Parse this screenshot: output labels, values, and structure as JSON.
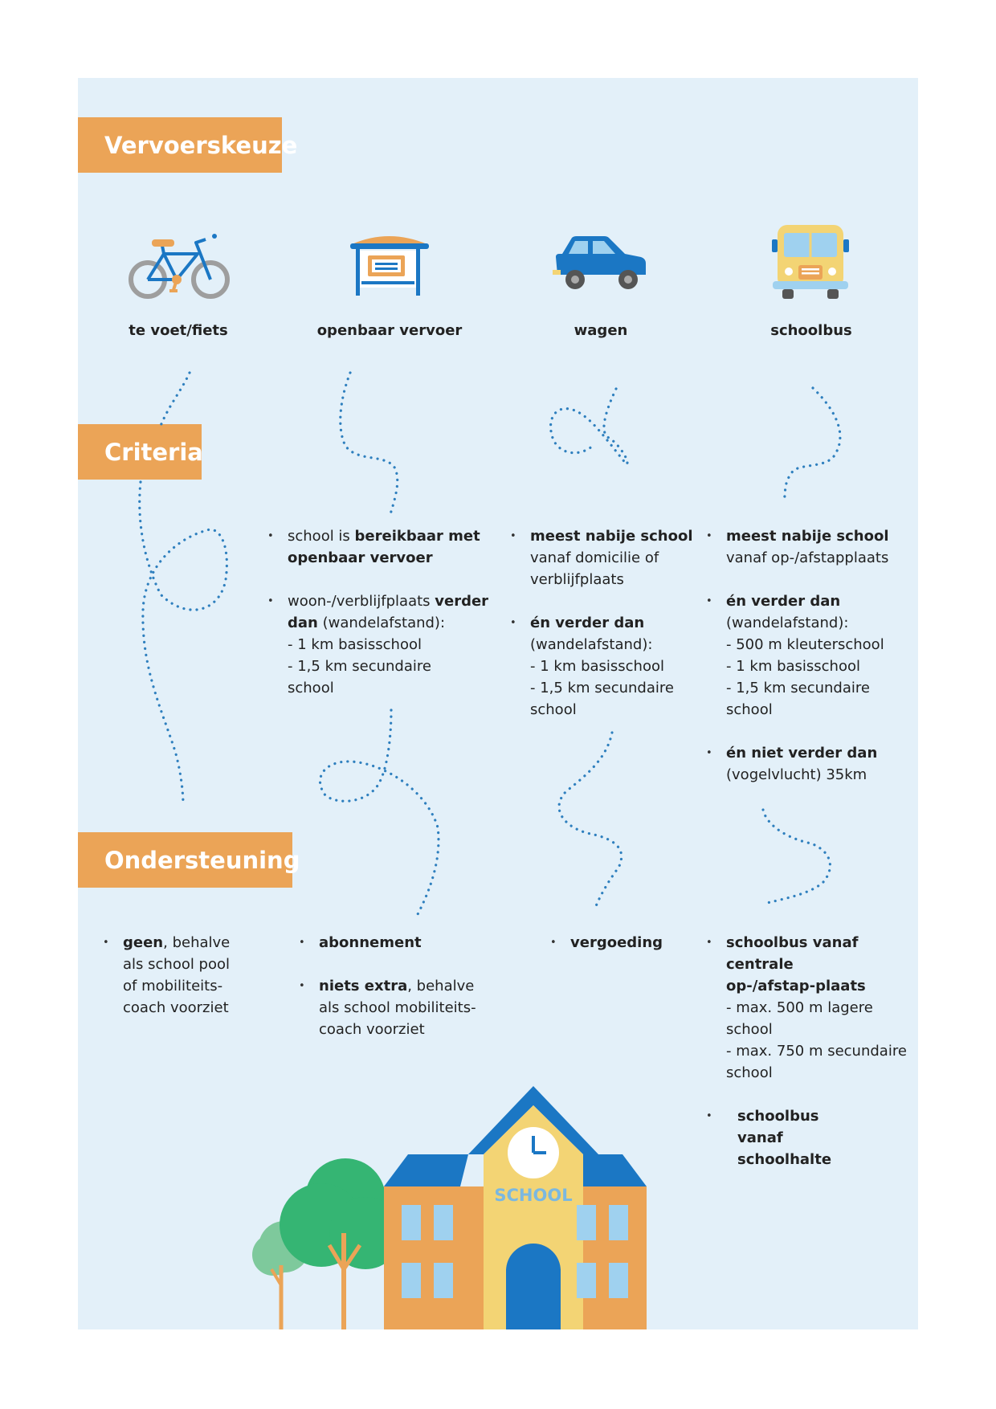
{
  "sections": {
    "vervoerskeuze": "Vervoerskeuze",
    "criteria": "Criteria",
    "ondersteuning": "Ondersteuning"
  },
  "modes": [
    {
      "label": "te voet/fiets",
      "icon": "bicycle-icon"
    },
    {
      "label": "openbaar vervoer",
      "icon": "bus-stop-icon"
    },
    {
      "label": "wagen",
      "icon": "car-icon"
    },
    {
      "label": "schoolbus",
      "icon": "school-bus-icon"
    }
  ],
  "criteria": {
    "openbaar": {
      "i1_pre": "school is ",
      "i1_bold": "bereikbaar met openbaar vervoer",
      "i2_pre": "woon-/verblijfplaats ",
      "i2_bold": "verder dan",
      "i2_post": " (wandelafstand):",
      "s1": "- 1 km basisschool",
      "s2a": "- 1,5 km secundaire",
      "s2b": "school"
    },
    "wagen": {
      "i1_bold": "meest nabije school",
      "i1_post": "vanaf domicilie of verblijfplaats",
      "i2_bold": "én verder dan",
      "i2_post": "(wandelafstand):",
      "s1": "- 1 km basisschool",
      "s2a": "- 1,5 km secundaire",
      "s2b": "school"
    },
    "schoolbus": {
      "i1_bold": "meest nabije school",
      "i1_post": "vanaf op-/afstapplaats",
      "i2_bold": "én verder dan",
      "i2_post": "(wandelafstand):",
      "s1": "- 500 m kleuterschool",
      "s2": "- 1 km basisschool",
      "s3a": "- 1,5 km secundaire",
      "s3b": "school",
      "i3_bold": "én niet verder dan",
      "i3_post": "(vogelvlucht) 35km"
    }
  },
  "ondersteuning": {
    "fiets": {
      "bold": "geen",
      "post": ", behalve als school pool of mobiliteits-coach voorziet"
    },
    "openbaar": {
      "i1_bold": "abonnement",
      "i2_bold": "niets extra",
      "i2_post": ", behalve als school mobiliteits-coach voorziet"
    },
    "wagen": {
      "bold": "vergoeding"
    },
    "schoolbus": {
      "i1_bold": "schoolbus vanaf centrale op-/afstap-plaats",
      "s1a": "- max. 500 m lagere",
      "s1b": "school",
      "s2a": "- max. 750 m secundaire",
      "s2b": "school",
      "i2_bold": "schoolbus vanaf schoolhalte"
    }
  },
  "school_sign": "SCHOOL",
  "colors": {
    "panel": "#e3f0f9",
    "label_box": "#eba457",
    "dotted_line": "#2e7fbe",
    "roof": "#1b77c4",
    "walls": "#eba457",
    "tower": "#f3d474",
    "tree": "#35b573"
  }
}
